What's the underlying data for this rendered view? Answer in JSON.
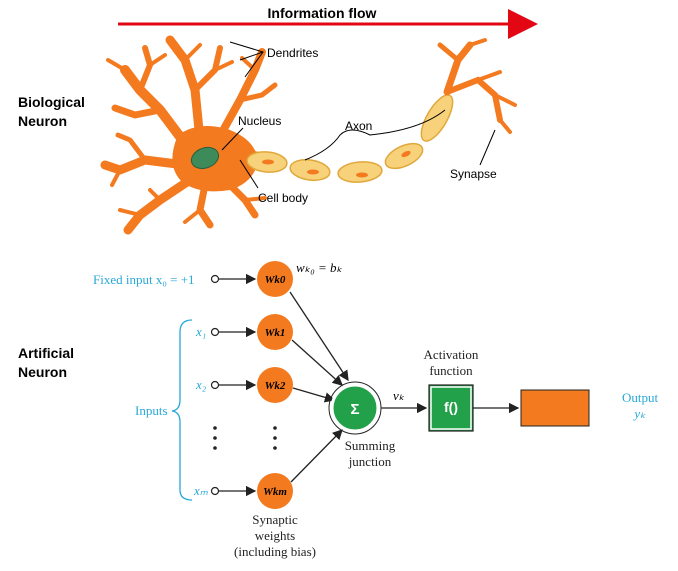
{
  "colors": {
    "flow_arrow": "#e30613",
    "neuron_orange": "#f47a20",
    "myelin_yellow": "#f7d27a",
    "nucleus_green": "#3d8a5a",
    "summing_green": "#22a04a",
    "label_blue": "#29a8d8",
    "output_box": "#f47a20"
  },
  "top": {
    "flow_label": "Information flow",
    "bio_label_line1": "Biological",
    "bio_label_line2": "Neuron",
    "dendrites": "Dendrites",
    "nucleus": "Nucleus",
    "axon": "Axon",
    "synapse": "Synapse",
    "cell_body": "Cell body"
  },
  "bottom": {
    "art_label_line1": "Artificial",
    "art_label_line2": "Neuron",
    "fixed_input": "Fixed input x₀ = +1",
    "inputs": "Inputs",
    "x1": "x₁",
    "x2": "x₂",
    "xm": "xₘ",
    "w0": "Wk0",
    "w1": "Wk1",
    "w2": "Wk2",
    "wm": "Wkm",
    "bias_eq": "wₖ₀ = bₖ",
    "sigma": "Σ",
    "vk": "vₖ",
    "summing_line1": "Summing",
    "summing_line2": "junction",
    "activation_line1": "Activation",
    "activation_line2": "function",
    "f": "f()",
    "output_line1": "Output",
    "output_line2": "yₖ",
    "synaptic_line1": "Synaptic",
    "synaptic_line2": "weights",
    "synaptic_line3": "(including bias)"
  }
}
